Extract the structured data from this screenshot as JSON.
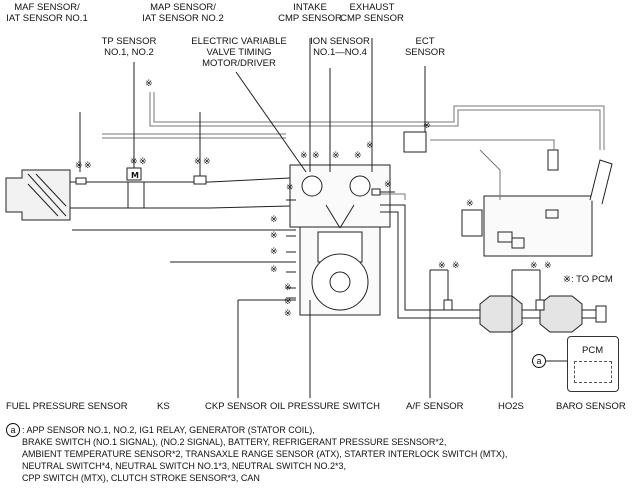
{
  "labels": {
    "maf": [
      "MAF SENSOR/",
      "IAT SENSOR NO.1"
    ],
    "map": [
      "MAP SENSOR/",
      "IAT SENSOR NO.2"
    ],
    "intake_cmp": [
      "INTAKE",
      "CMP SENSOR"
    ],
    "exhaust_cmp": [
      "EXHAUST",
      "CMP SENSOR"
    ],
    "tp": [
      "TP SENSOR",
      "NO.1, NO.2"
    ],
    "evvt": [
      "ELECTRIC VARIABLE",
      "VALVE TIMING",
      "MOTOR/DRIVER"
    ],
    "ion": [
      "ION SENSOR",
      "NO.1—NO.4"
    ],
    "ect": [
      "ECT",
      "SENSOR"
    ],
    "to_pcm": "※: TO PCM",
    "fuel_pressure": "FUEL PRESSURE SENSOR",
    "ks": "KS",
    "ckp": "CKP SENSOR",
    "oil_pressure": "OIL PRESSURE SWITCH",
    "af": "A/F SENSOR",
    "ho2s": "HO2S",
    "baro": "BARO SENSOR",
    "pcm": "PCM",
    "a_marker": "a",
    "asterisk": "※",
    "motor_m": "M"
  },
  "footnote": {
    "marker": "a",
    "lines": [
      ": APP SENSOR NO.1, NO.2, IG1 RELAY, GENERATOR (STATOR COIL),",
      "BRAKE SWITCH (NO.1 SIGNAL), (NO.2 SIGNAL), BATTERY, REFRIGERANT PRESSURE SESNSOR*2,",
      "AMBIENT TEMPERATURE SENSOR*2, TRANSAXLE RANGE SENSOR (ATX), STARTER INTERLOCK SWITCH (MTX),",
      "NEUTRAL SWITCH*4, NEUTRAL SWITCH NO.1*3, NEUTRAL SWITCH NO.2*3,",
      "CPP SWITCH (MTX), CLUTCH STROKE SENSOR*3, CAN"
    ]
  }
}
